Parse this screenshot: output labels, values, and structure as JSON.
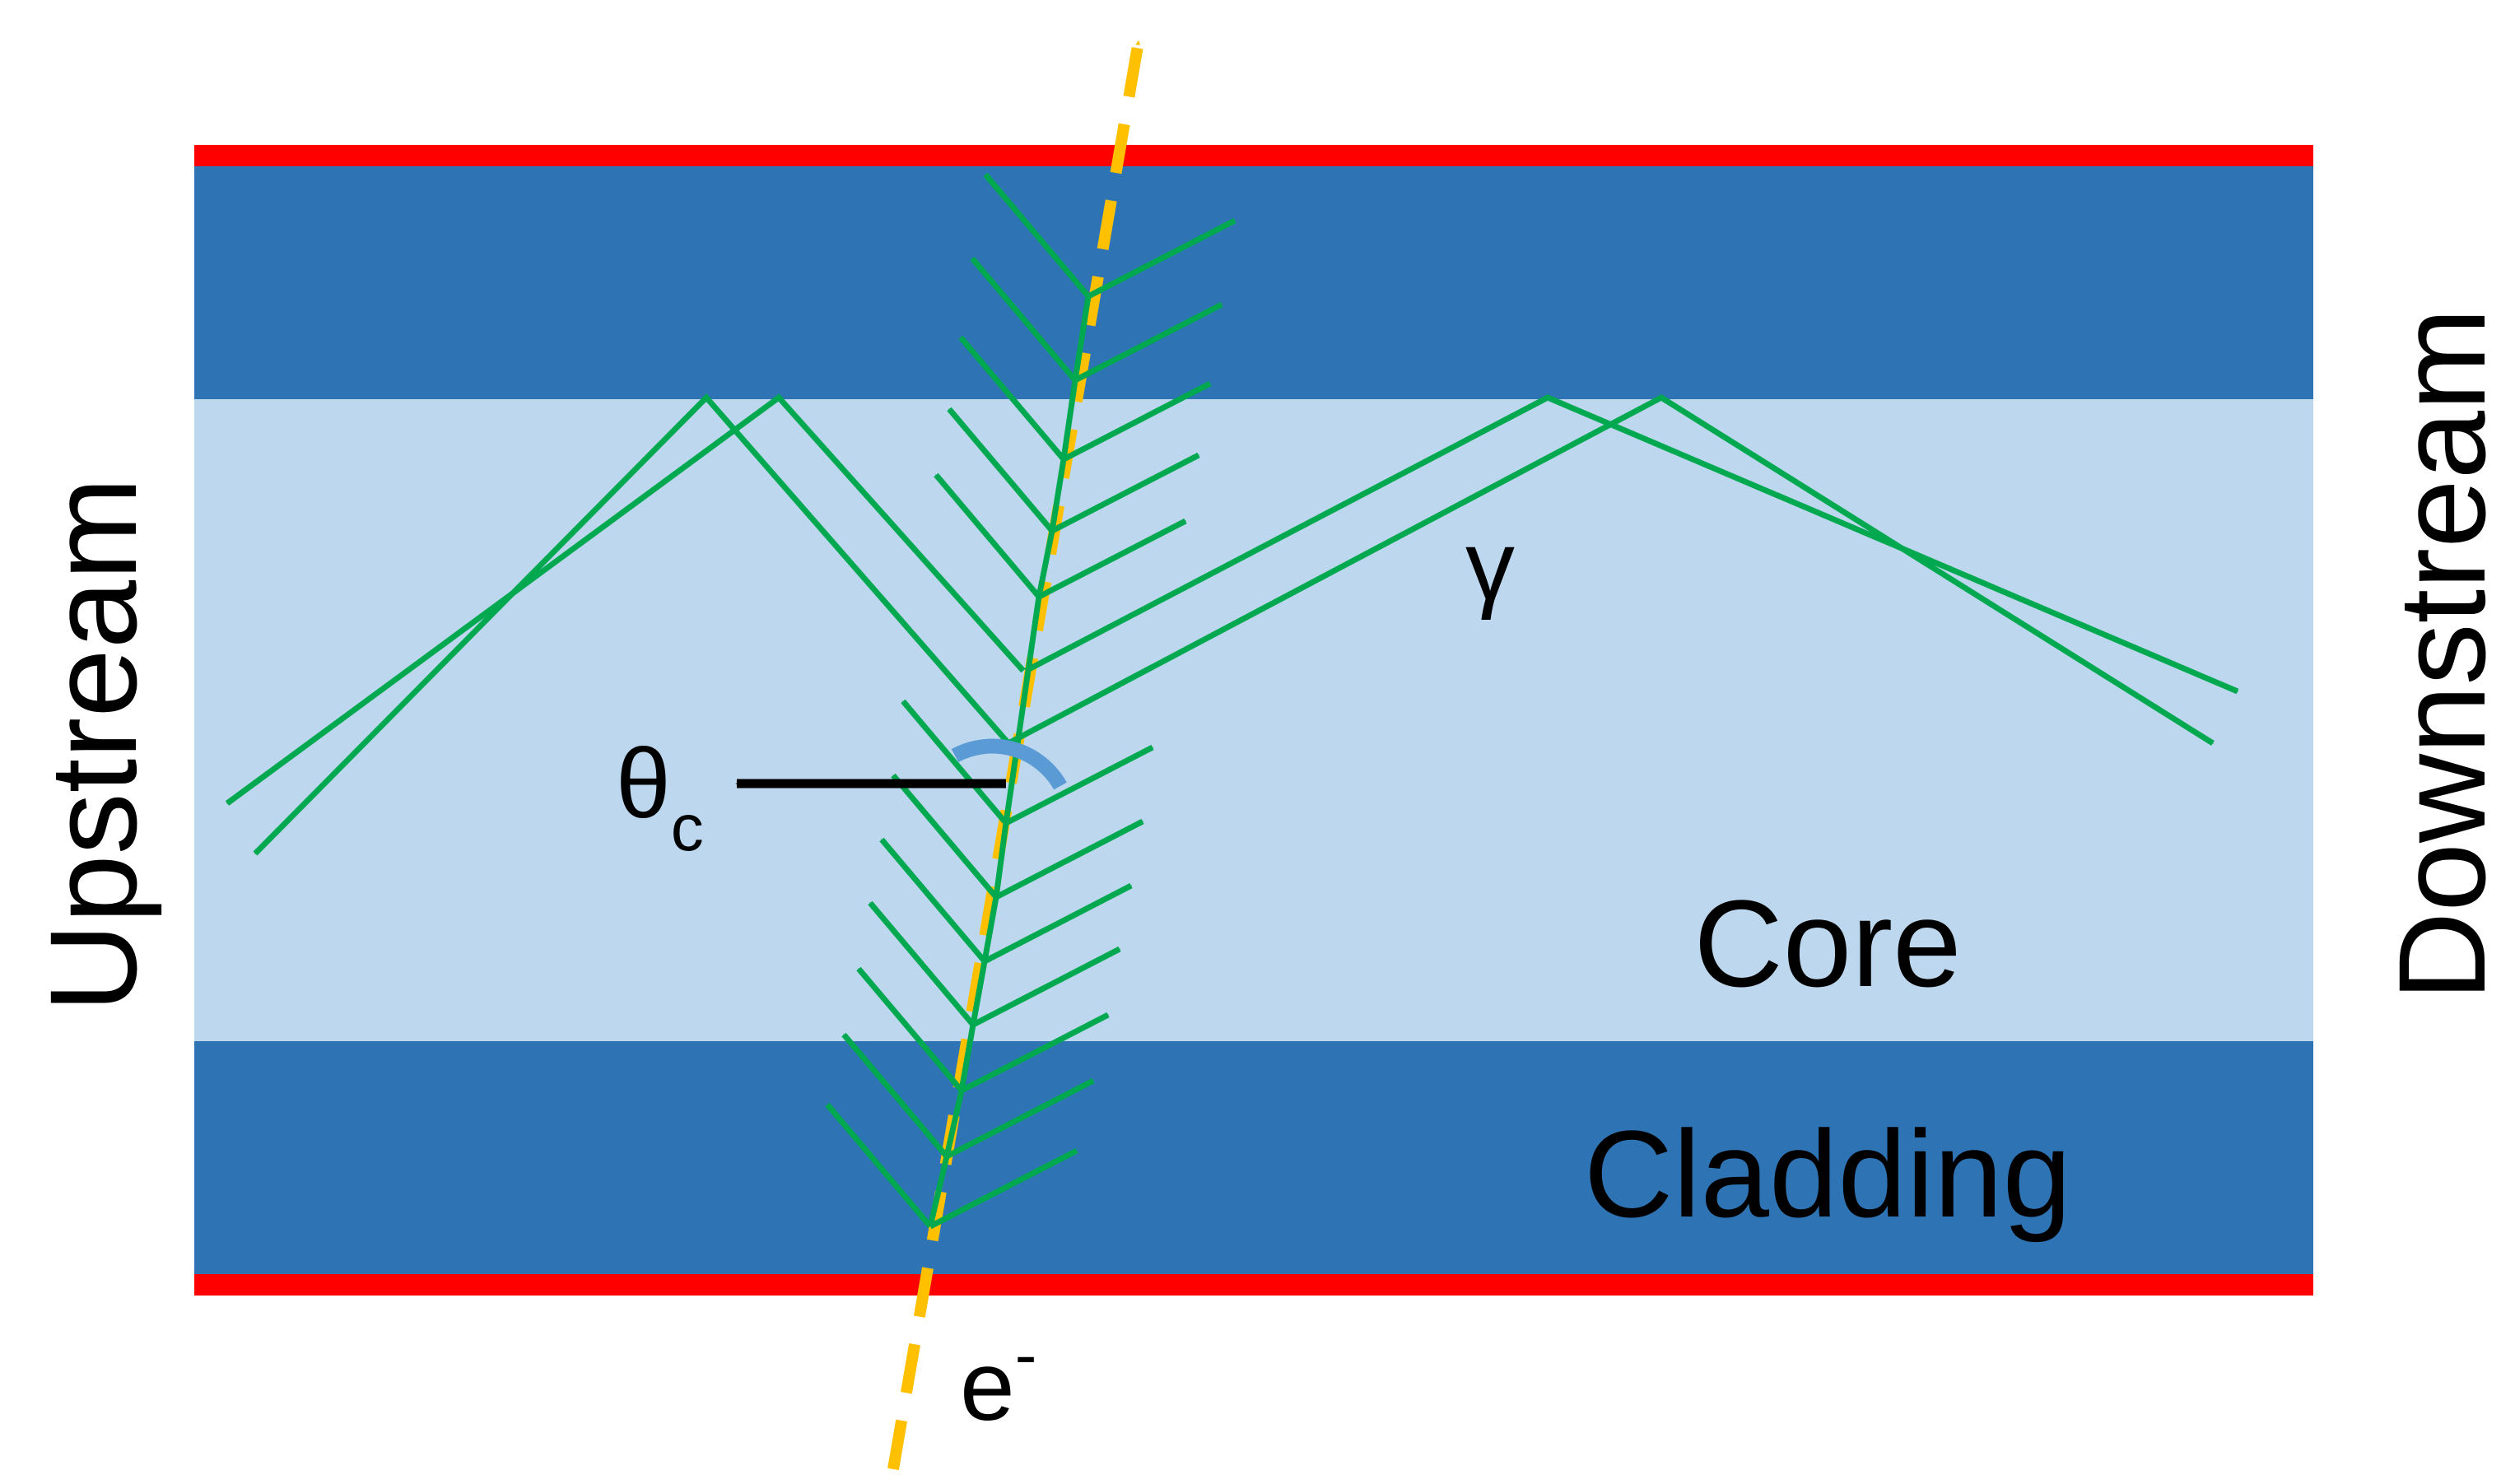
{
  "labels": {
    "upstream": "Upstream",
    "downstream": "Downstream",
    "core": "Core",
    "cladding": "Cladding",
    "gamma": "γ",
    "theta": "θ",
    "theta_sub": "c",
    "electron": "e",
    "electron_sup": "-"
  },
  "colors": {
    "outer_coating": "#ff0000",
    "cladding": "#2e74b5",
    "core": "#bdd7ee",
    "photon": "#00a84f",
    "electron_track": "#ffc000",
    "angle_arc": "#5b9bd5",
    "arrow": "#000000"
  }
}
